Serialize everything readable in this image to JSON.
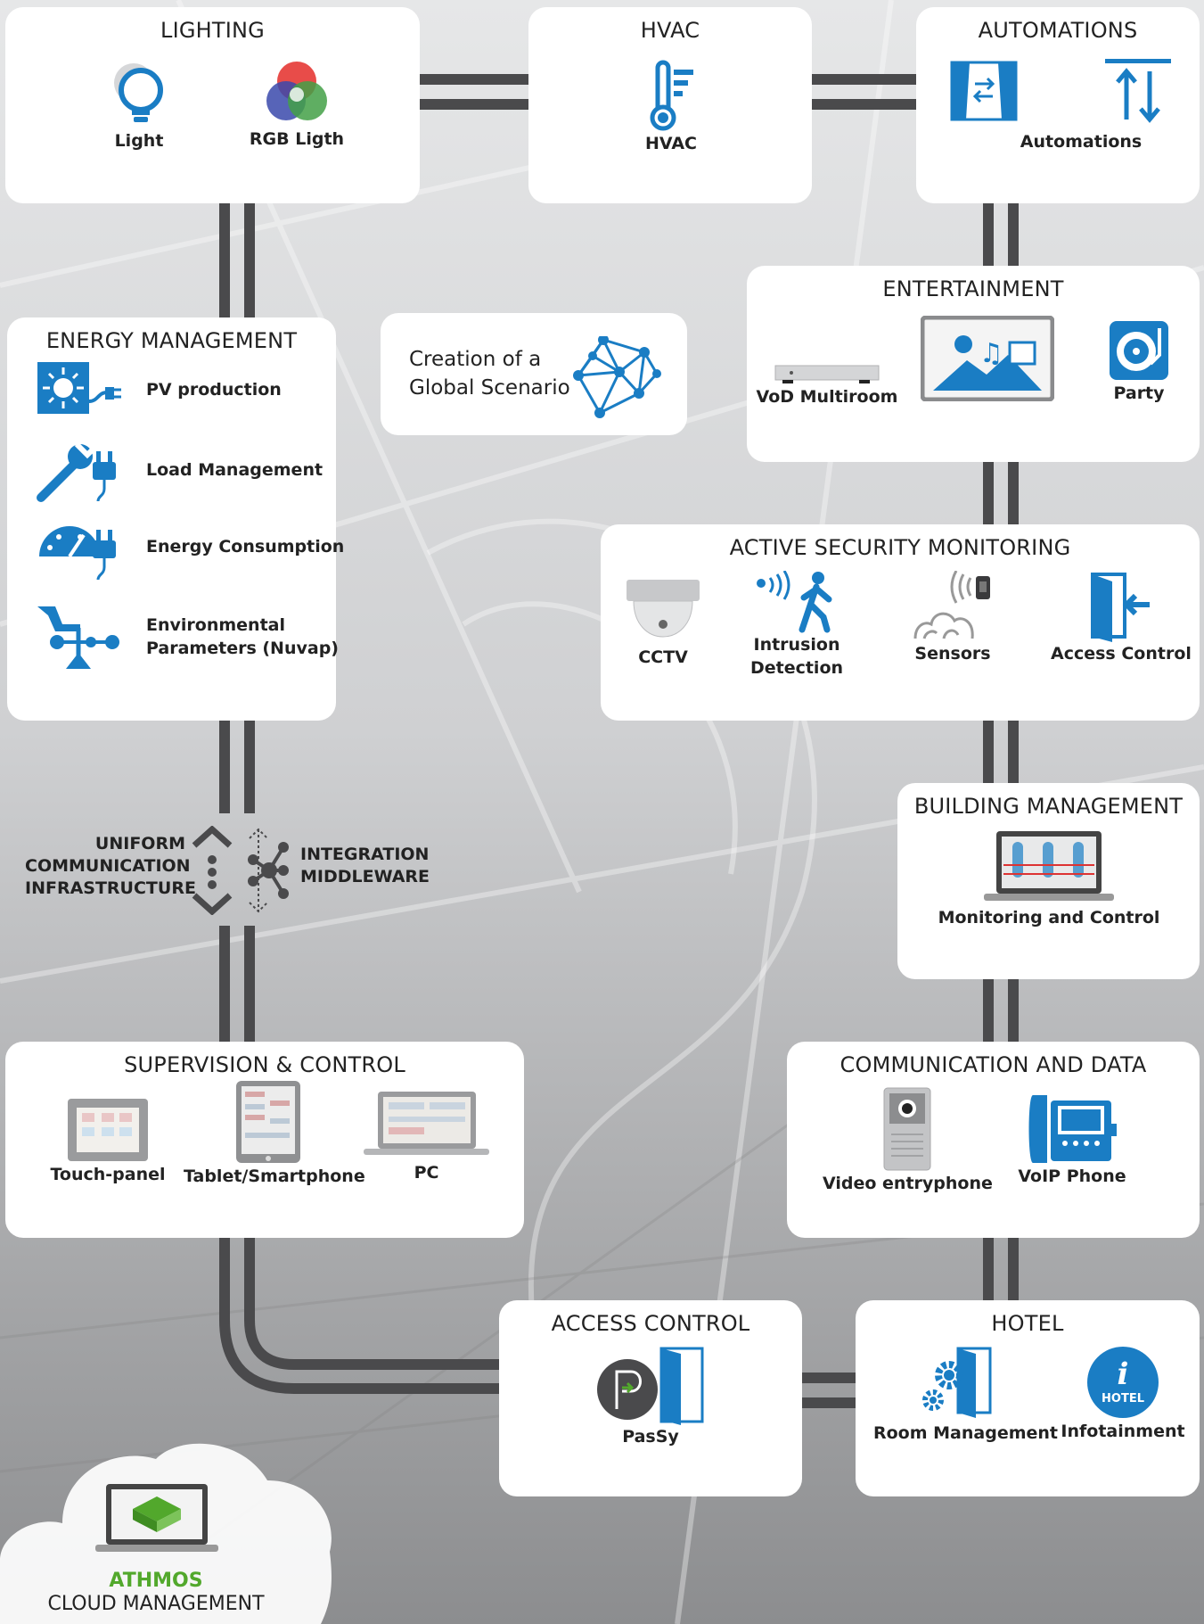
{
  "colors": {
    "accent": "#1a7dc4",
    "line": "#4a4a4c",
    "green": "#52a82c",
    "card": "#ffffff"
  },
  "lighting": {
    "title": "LIGHTING",
    "items": [
      {
        "label": "Light",
        "icon": "bulb-icon"
      },
      {
        "label": "RGB Ligth",
        "icon": "rgb-icon"
      }
    ]
  },
  "hvac": {
    "title": "HVAC",
    "items": [
      {
        "label": "HVAC",
        "icon": "thermometer-icon"
      }
    ]
  },
  "automations": {
    "title": "AUTOMATIONS",
    "items": [
      {
        "label": "Automations",
        "icon": "automation-icon"
      }
    ]
  },
  "entertainment": {
    "title": "ENTERTAINMENT",
    "items": [
      {
        "label": "VoD Multiroom",
        "icon": "media-server-icon"
      },
      {
        "label": "Party",
        "icon": "turntable-icon"
      }
    ]
  },
  "energy": {
    "title": "ENERGY MANAGEMENT",
    "items": [
      {
        "label": "PV production",
        "icon": "solar-plug-icon"
      },
      {
        "label": "Load Management",
        "icon": "wrench-plug-icon"
      },
      {
        "label": "Energy Consumption",
        "icon": "gauge-plug-icon"
      },
      {
        "label_1": "Environmental",
        "label_2": "Parameters (Nuvap)",
        "icon": "weather-station-icon"
      }
    ]
  },
  "scenario": {
    "line_1": "Creation of a",
    "line_2": "Global Scenario",
    "icon": "network-icon"
  },
  "security": {
    "title": "ACTIVE SECURITY MONITORING",
    "items": [
      {
        "label": "CCTV",
        "icon": "camera-dome-icon"
      },
      {
        "label_1": "Intrusion",
        "label_2": "Detection",
        "icon": "intrusion-icon"
      },
      {
        "label": "Sensors",
        "icon": "sensor-icon"
      },
      {
        "label": "Access Control",
        "icon": "door-enter-icon"
      }
    ]
  },
  "middleware": {
    "left_1": "UNIFORM",
    "left_2": "COMMUNICATION",
    "left_3": "INFRASTRUCTURE",
    "right_1": "INTEGRATION",
    "right_2": "MIDDLEWARE"
  },
  "building": {
    "title": "BUILDING MANAGEMENT",
    "items": [
      {
        "label": "Monitoring and Control",
        "icon": "laptop-monitor-icon"
      }
    ]
  },
  "supervision": {
    "title": "SUPERVISION & CONTROL",
    "items": [
      {
        "label": "Touch-panel",
        "icon": "touch-panel-icon"
      },
      {
        "label": "Tablet/Smartphone",
        "icon": "tablet-icon"
      },
      {
        "label": "PC",
        "icon": "laptop-icon"
      }
    ]
  },
  "communication": {
    "title": "COMMUNICATION AND DATA",
    "items": [
      {
        "label": "Video entryphone",
        "icon": "entryphone-icon"
      },
      {
        "label": "VoIP Phone",
        "icon": "voip-phone-icon"
      }
    ]
  },
  "access": {
    "title": "ACCESS CONTROL",
    "items": [
      {
        "label": "PasSy",
        "icon": "passy-icon"
      }
    ]
  },
  "hotel": {
    "title": "HOTEL",
    "items": [
      {
        "label": "Room Management",
        "icon": "room-gears-icon"
      },
      {
        "label": "Infotainment",
        "icon": "info-hotel-icon"
      }
    ],
    "badge": "HOTEL",
    "badge_letter": "i"
  },
  "cloud": {
    "brand": "ATHMOS",
    "subtitle": "CLOUD MANAGEMENT",
    "icon": "cloud-laptop-icon"
  }
}
